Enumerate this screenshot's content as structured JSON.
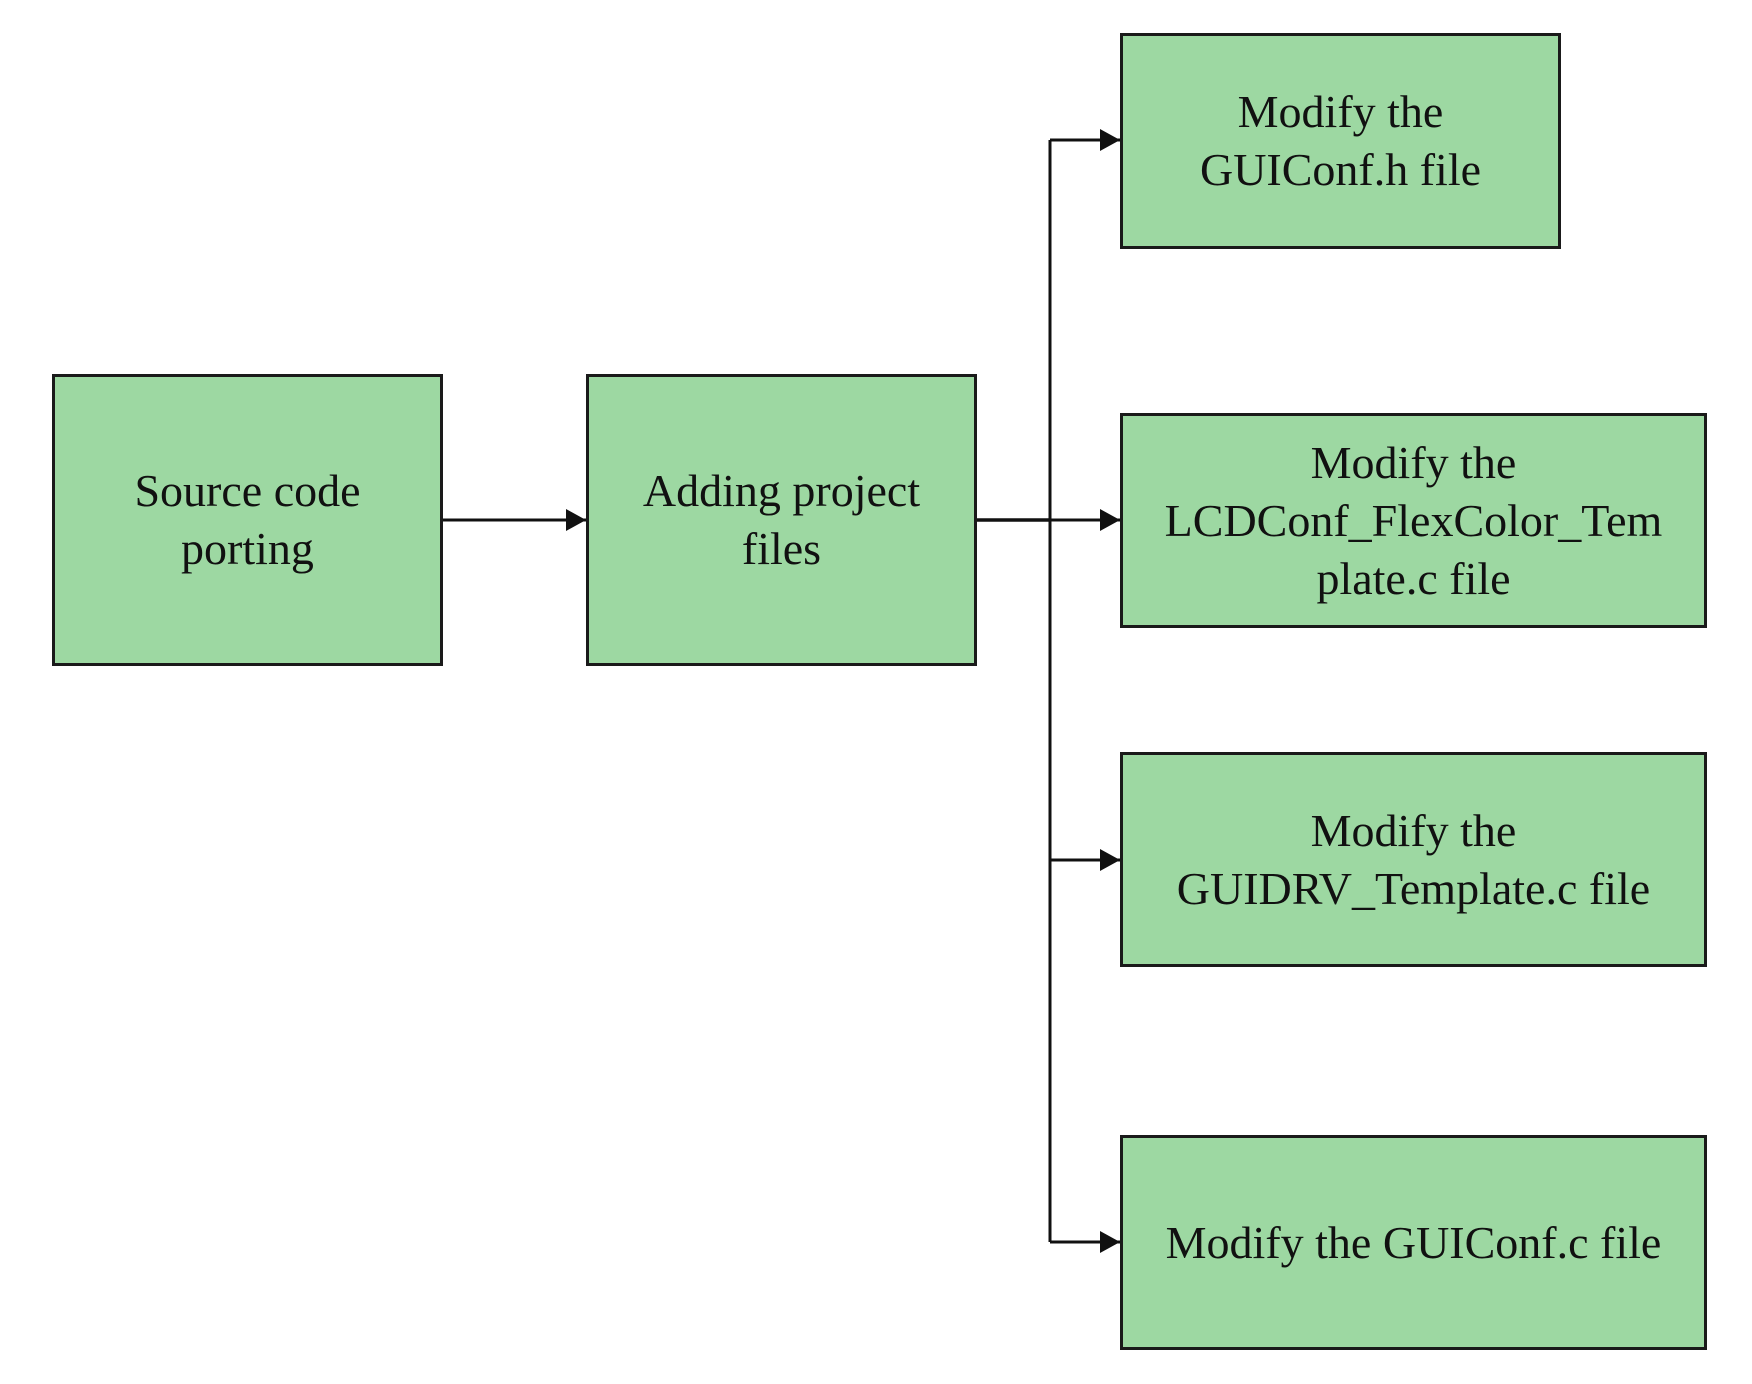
{
  "diagram": {
    "colors": {
      "box_fill": "#9dd8a2",
      "box_border": "#1a1a1a",
      "connector": "#111111"
    },
    "nodes": {
      "source": {
        "label": "Source code\nporting"
      },
      "adding": {
        "label": "Adding project\nfiles"
      },
      "guiconfh": {
        "label": "Modify the\nGUIConf.h file"
      },
      "lcdconf": {
        "label": "Modify the\nLCDConf_FlexColor_Tem\nplate.c file"
      },
      "guidrv": {
        "label": "Modify the\nGUIDRV_Template.c file"
      },
      "guiconfc": {
        "label": "Modify the GUIConf.c file"
      }
    },
    "edges": [
      {
        "from": "source",
        "to": "adding"
      },
      {
        "from": "adding",
        "to": "guiconfh"
      },
      {
        "from": "adding",
        "to": "lcdconf"
      },
      {
        "from": "adding",
        "to": "guidrv"
      },
      {
        "from": "adding",
        "to": "guiconfc"
      }
    ]
  }
}
